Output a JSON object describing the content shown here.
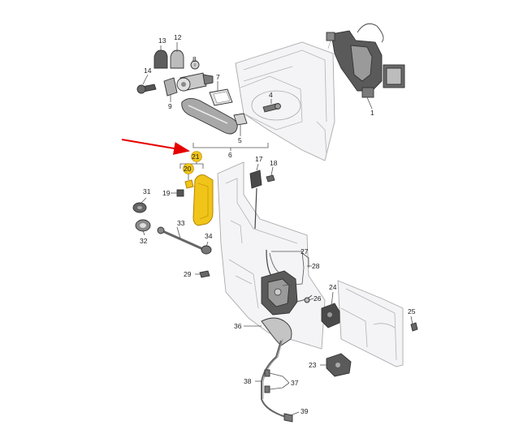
{
  "colors": {
    "highlight_fill": "#f0c419",
    "highlight_stroke": "#b38600",
    "arrow": "#e60000",
    "part_dark": "#4a4a4a",
    "part_mid": "#8a8a8a",
    "part_light": "#d9d9d9",
    "door_panel": "#f4f4f6"
  },
  "labels": {
    "p1": "1",
    "p4": "4",
    "p5": "5",
    "p6": "6",
    "p7": "7",
    "p8": "8",
    "p9": "9",
    "p12": "12",
    "p13": "13",
    "p14": "14",
    "p17": "17",
    "p18": "18",
    "p19": "19",
    "p20": "20",
    "p21": "21",
    "p23": "23",
    "p24": "24",
    "p25": "25",
    "p26": "26",
    "p27": "27",
    "p28": "28",
    "p29": "29",
    "p31": "31",
    "p32": "32",
    "p33": "33",
    "p34": "34",
    "p36": "36",
    "p37": "37",
    "p38": "38",
    "p39": "39"
  },
  "highlighted_parts": [
    "20",
    "21"
  ]
}
